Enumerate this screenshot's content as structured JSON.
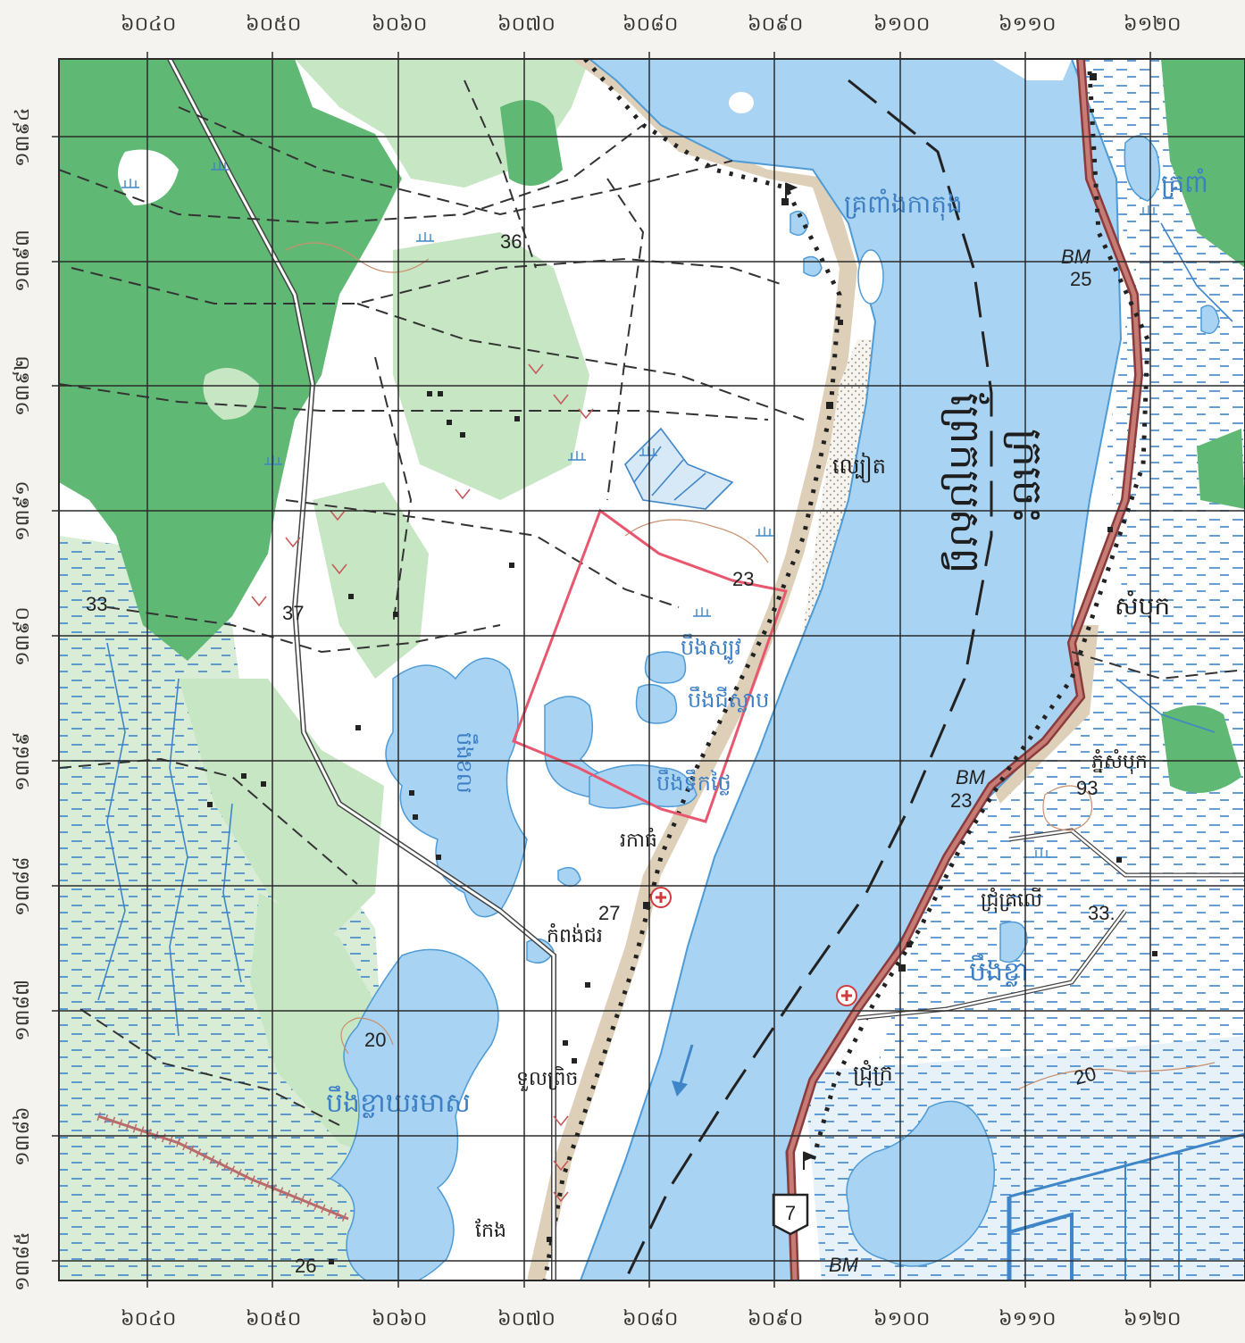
{
  "colors": {
    "water": "#a9d3f2",
    "water_edge": "#4f9bd6",
    "forest": "#5fb873",
    "forest_light": "#c7e6c4",
    "marsh": "#3f86c9",
    "road": "#8a3b3b",
    "road_fill": "#c77b75",
    "sand": "#ded0b8",
    "grid": "#2a2a2a",
    "boundary": "#e8576e",
    "paper": "#ffffff"
  },
  "grid": {
    "x_labels_top": [
      "៦០៤០",
      "៦០៥០",
      "៦០៦០",
      "៦០៧០",
      "៦០៨០",
      "៦០៩០",
      "៦១០០",
      "៦១១០",
      "៦១២០"
    ],
    "x_labels_bottom": [
      "៦០៤០",
      "៦០៥០",
      "៦០៦០",
      "៦០៧០",
      "៦០៨០",
      "៦០៩០",
      "៦១០០",
      "៦១១០",
      "៦១២០"
    ],
    "y_labels": [
      "១៣៩៤",
      "១៣៩៣",
      "១៣៩២",
      "១៣៩១",
      "១៣៩០",
      "១៣៨៩",
      "១៣៨៨",
      "១៣៨៧",
      "១៣៨៦",
      "១៣៨៥"
    ]
  },
  "places": {
    "river_side_channel": "គ្រពាំងកាតុង",
    "river_name_1": "ព្រែកប្រសព្វ",
    "river_name_2": "ក្រចេះ",
    "sambok": "សំបុក",
    "sambok_hill": "ភ្នំសំបុក",
    "sandbar": "ល្បៀត",
    "lake_1": "បឹងស្បូវ",
    "lake_2": "បឹងជីស្លាប",
    "lake_3": "បឹងទឹកថ្លៃ",
    "lake_4": "បឹងខល",
    "lake_big": "បឹងខ្លាឃរមាស",
    "lake_kha": "បឹងខ្លា",
    "village_kaothom": "រកាធំ",
    "village_kampong": "កំពង់ជរ",
    "village_tuol": "ទួលព្រិច",
    "village_kang": "កែង",
    "village_chroy": "ជ្រុំគ្រលើ",
    "village_chroy2": "ជ្រុំក្រ",
    "top_right_text": "គ្រពាំ"
  },
  "elevations": {
    "e36": "36",
    "e37": "37",
    "e33_left": "33",
    "e23": "23",
    "e27": "27",
    "e26": "26",
    "e93": "93",
    "e33_right": "33.",
    "c20_left": "20",
    "c20_right": "20"
  },
  "benchmarks": {
    "bm_label": "BM",
    "bm25": "25",
    "bm23": "23",
    "bm_bottom": "BM"
  },
  "route": {
    "shield_number": "7"
  },
  "icons": [
    "hospital-cross-icon",
    "flag-icon",
    "flow-arrow-icon",
    "route-shield-icon",
    "marsh-symbol-icon"
  ]
}
